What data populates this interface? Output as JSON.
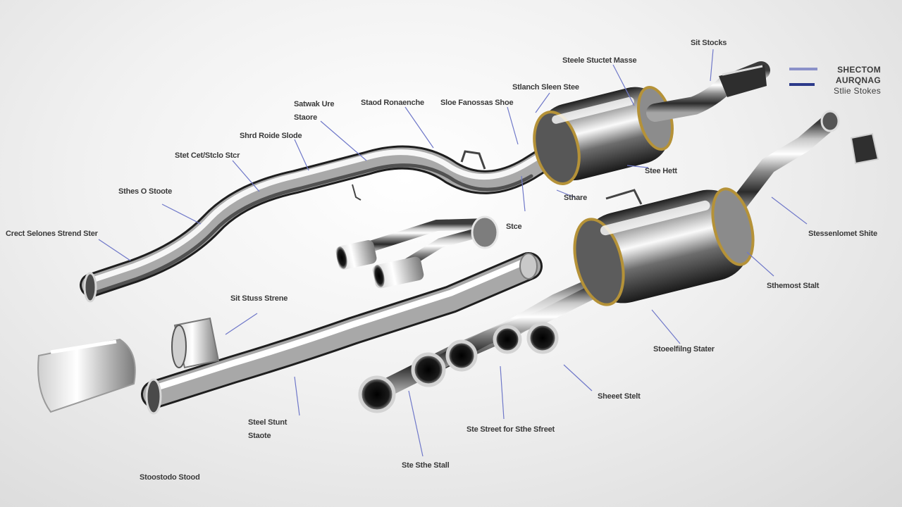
{
  "labels": {
    "l1": "Sit Stocks",
    "l2": "Steele Stuctet Masse",
    "l3": "Stlanch Sleen Stee",
    "l4": "Staod Ronaenche",
    "l5": "Sloe Fanossas Shoe",
    "l6_a": "Satwak Ure",
    "l6_b": "Staore",
    "l7": "Shrd Roide Slode",
    "l8": "Stet Cet/Stclo Stcr",
    "l9": "Sthes O Stoote",
    "l10": "Crect Selones Strend Ster",
    "l11": "Stee Hett",
    "l12": "Sthare",
    "l13": "Stce",
    "l14": "Stessenlomet Shite",
    "l15": "Sthemost Stalt",
    "l16": "Stoeelfilng Stater",
    "l17": "Sit Stuss Strene",
    "l18_a": "Steel Stunt",
    "l18_b": "Staote",
    "l19": "Sheeet Stelt",
    "l20": "Ste Street for Sthe Sfreet",
    "l21": "Ste Sthe Stall",
    "l22": "Stoostodo Stood"
  },
  "brand": {
    "line1": "SHECTOM",
    "line2": "AURQNAG",
    "line3": "Stlie Stokes"
  },
  "colors": {
    "leader": "#6f78c9",
    "chrome_dark": "#2a2a2a",
    "chrome_light": "#f5f5f5",
    "gold_band": "#b59238"
  }
}
